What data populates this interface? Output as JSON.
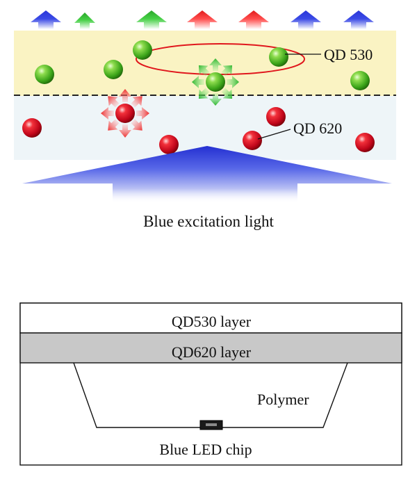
{
  "top": {
    "qd530_label": "QD 530",
    "qd620_label": "QD 620",
    "excitation_label": "Blue excitation light"
  },
  "bottom": {
    "qd530_layer_label": "QD530 layer",
    "qd620_layer_label": "QD620 layer",
    "polymer_label": "Polymer",
    "led_chip_label": "Blue LED chip"
  },
  "colors": {
    "qd530_layer_fill": "#faf3c3",
    "qd620_layer_fill": "#eef5f8",
    "blue_light": "#2f3fe0",
    "green_dot": "#3aa41a",
    "red_dot": "#c8081a",
    "qd620_bar": "#c8c8c8"
  },
  "icons": {
    "up_arrow": "up-arrow-icon",
    "emission_burst": "emission-burst-icon",
    "quantum_dot": "quantum-dot-icon"
  }
}
